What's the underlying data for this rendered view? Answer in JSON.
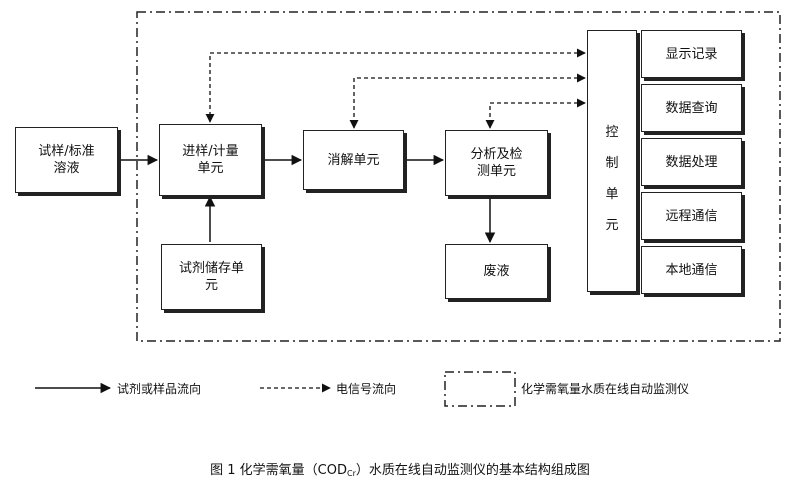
{
  "boxes": {
    "sample": "试样/标准\n溶液",
    "metering": "进样/计量\n单元",
    "digestion": "消解单元",
    "analysis": "分析及检\n测单元",
    "reagent": "试剂储存单\n元",
    "waste": "废液"
  },
  "control": {
    "label": "控\n制\n单\n元"
  },
  "functions": [
    "显示记录",
    "数据查询",
    "数据处理",
    "远程通信",
    "本地通信"
  ],
  "legend": {
    "solid": "试剂或样品流向",
    "dashed": "电信号流向",
    "box": "化学需氧量水质在线自动监测仪"
  },
  "caption": {
    "prefix": "图 1   化学需氧量（COD",
    "sub": "Cr",
    "suffix": "）水质在线自动监测仪的基本结构组成图"
  }
}
